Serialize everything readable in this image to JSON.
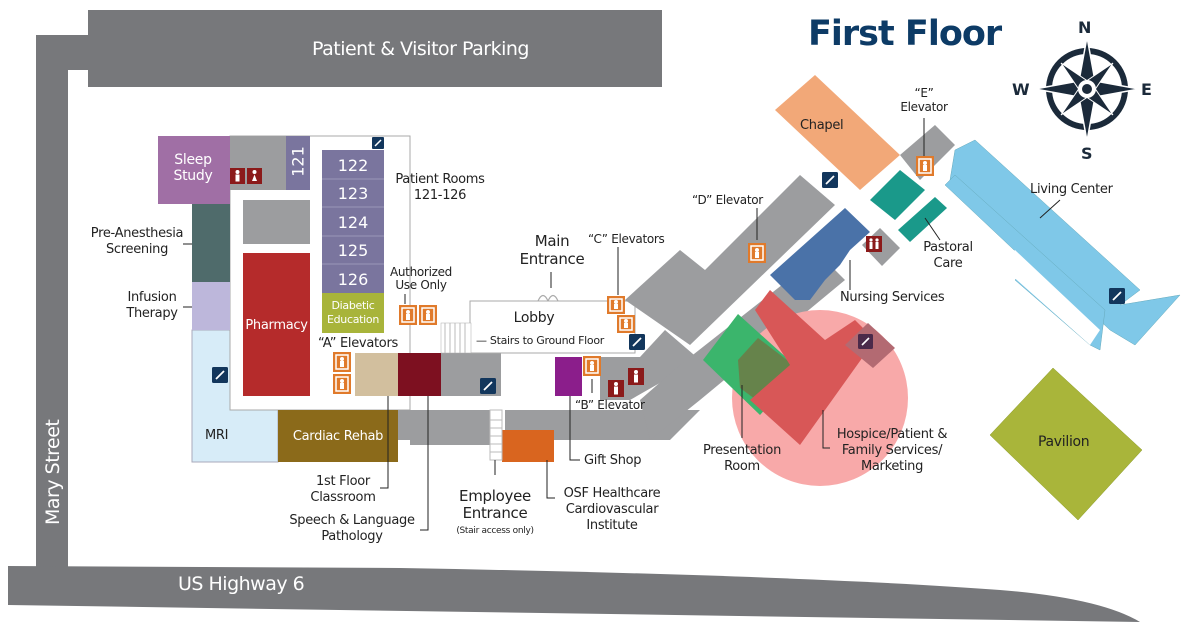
{
  "title": "First Floor",
  "compass": {
    "n": "N",
    "s": "S",
    "e": "E",
    "w": "W"
  },
  "roads": {
    "parking": "Patient & Visitor Parking",
    "mary_street": "Mary Street",
    "highway": "US Highway 6"
  },
  "rooms": {
    "sleep_study": "Sleep Study",
    "r121": "121",
    "r122": "122",
    "r123": "123",
    "r124": "124",
    "r125": "125",
    "r126": "126",
    "patient_rooms": "Patient Rooms 121-126",
    "diabetic_education": "Diabetic Education",
    "authorized_use": "Authorized Use Only",
    "pharmacy": "Pharmacy",
    "pre_anesthesia": "Pre-Anesthesia Screening",
    "infusion": "Infusion Therapy",
    "mri": "MRI",
    "cardiac_rehab": "Cardiac Rehab",
    "a_elevators": "“A” Elevators",
    "lobby": "Lobby",
    "stairs_ground": "Stairs to Ground Floor",
    "main_entrance": "Main Entrance",
    "c_elevators": "“C” Elevators",
    "b_elevator": "“B” Elevator",
    "gift_shop": "Gift Shop",
    "classroom": "1st Floor Classroom",
    "speech": "Speech & Language Pathology",
    "employee_entrance": "Employee Entrance",
    "stair_access": "(Stair access only)",
    "osf": "OSF Healthcare Cardiovascular Institute",
    "d_elevator": "“D” Elevator",
    "chapel": "Chapel",
    "e_elevator": "“E” Elevator",
    "living_center": "Living Center",
    "pastoral_care": "Pastoral Care",
    "nursing_services": "Nursing Services",
    "presentation_room": "Presentation Room",
    "hospice": "Hospice/Patient & Family Services/ Marketing",
    "pavilion": "Pavilion"
  },
  "colors": {
    "road": "#77787b",
    "corridor": "#9c9d9f",
    "title": "#0d3b66",
    "elevator": "#e07a2b",
    "restroom": "#8b1a1a",
    "stairs": "#12365c",
    "sleep_study": "#a06fa5",
    "patient_room": "#7a759e",
    "diabetic": "#a8b43a",
    "pharmacy": "#b52b2b",
    "pre_anesthesia": "#4f6b6b",
    "infusion": "#bdb7db",
    "mri": "#d7ecf8",
    "cardiac": "#8b6a1a",
    "classroom": "#d2bf9e",
    "speech": "#7d1020",
    "gift_shop": "#8b1e8b",
    "osf": "#d9651f",
    "chapel": "#f2a878",
    "teal": "#1a998a",
    "living": "#7fc8e8",
    "nursing": "#4a72a8",
    "presentation": "#3bb56c",
    "hospice": "#d85757",
    "hospice_circle": "#f8a9a9",
    "pavilion": "#a9b53a"
  }
}
